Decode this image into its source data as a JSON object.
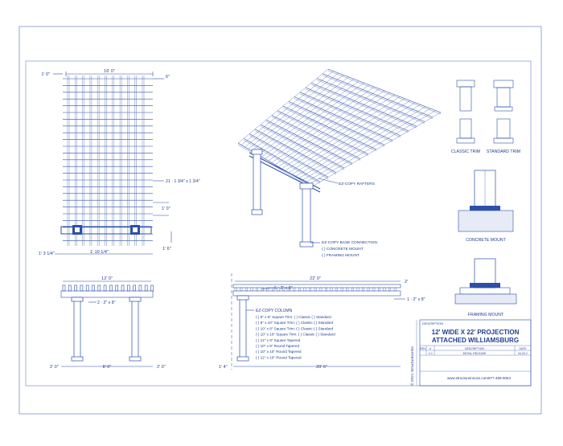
{
  "plan": {
    "dim_top": "16' 0\"",
    "dim_left": "1' 0\"",
    "dim_right_top": "6\"",
    "callout_tubes": "21 · 1 3/4\" x 1 3/4\"",
    "dim_right_mid": "1' 0\"",
    "dim_right_bot": "1' 6\"",
    "dim_bot_left": "1' 3 1/4\"",
    "dim_bot_mid": "1' 10 1/4\""
  },
  "iso": {
    "callout_rafters": "EZ-COPY RAFTERS",
    "base_title": "EZ-COPY BASE CONNECTION",
    "base_opt1": "( ) CONCRETE MOUNT",
    "base_opt2": "( ) FRAMING MOUNT"
  },
  "trim": {
    "classic_label": "CLASSIC TRIM",
    "standard_label": "STANDARD TRIM",
    "concrete_label": "CONCRETE MOUNT",
    "framing_label": "FRAMING MOUNT"
  },
  "front": {
    "dim_top": "12' 0\"",
    "callout_beam": "2 · 2\" x 8\"",
    "dim_left": "2' 0\"",
    "dim_mid": "8' 0\"",
    "dim_right": "2' 0\""
  },
  "side": {
    "dim_top": "22' 0\"",
    "dim_end": "2'",
    "callout_beam": "6 · 2\" x 8\"",
    "callout_rafter": "1 · 2\" x 8\"",
    "column_title": "EZ-COPY COLUMN",
    "column_opts": [
      "( ) 8\" x 8\" Square  Trim: ( ) Classic ( ) Standard",
      "( ) 8\" x 10\" Square  Trim: ( ) Classic ( ) Standard",
      "( ) 10\" x 8\" Square  Trim: ( ) Classic ( ) Standard",
      "( ) 10\" x 10\" Square  Trim: ( ) Classic ( ) Standard",
      "( ) 12\" x 8\" Square Tapered",
      "( ) 10\" x 8\" Round Tapered",
      "( ) 10\" x 10\" Round Tapered",
      "( ) 12\" x 10\" Round Tapered"
    ],
    "dim_left": "1' 4\"",
    "dim_bottom": "20' 6\""
  },
  "title_block": {
    "header_small": "DESCRIPTION",
    "title_line1": "12' WIDE X 22' PROJECTION",
    "title_line2": "ATTACHED WILLIAMSBURG",
    "col_rev": "REV",
    "col_num": "#",
    "col_desc": "DESCRIPTION",
    "col_date": "DATE",
    "row_rev": "",
    "row_num": "1.0",
    "row_desc": "INITIAL RELEASE",
    "row_date": "04.20.2",
    "website": "www.structureinnovs.com",
    "phone": "877-489-9064",
    "copyright": "© 2021 Structureworks"
  }
}
